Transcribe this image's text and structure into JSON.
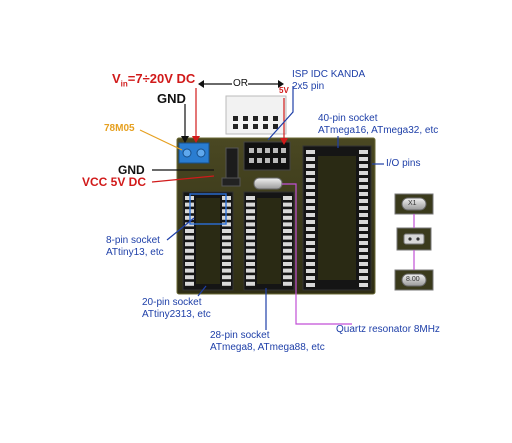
{
  "labels": {
    "vin_prefix": "V",
    "vin_sub": "in",
    "vin_rest": "=7÷20V DC",
    "or": "OR",
    "isp_title": "ISP IDC KANDA",
    "isp_sub": "2x5 pin",
    "five_v": "5V",
    "gnd_top": "GND",
    "reg_78m05": "78M05",
    "gnd_mid": "GND",
    "vcc": "VCC 5V DC",
    "socket40_title": "40-pin socket",
    "socket40_sub": "ATmega16, ATmega32, etc",
    "io_pins": "I/O pins",
    "socket8_title": "8-pin socket",
    "socket8_sub": "ATtiny13, etc",
    "socket20_title": "20-pin socket",
    "socket20_sub": "ATtiny2313, etc",
    "socket28_title": "28-pin socket",
    "socket28_sub": "ATmega8, ATmega88, etc",
    "quartz": "Quartz resonator 8MHz",
    "crystal_top": "X1",
    "crystal_bottom": "8.00"
  },
  "colors": {
    "board": "#3a3a1c",
    "board_edge": "#5b5a2a",
    "socket": "#111111",
    "pin": "#d8d8d8",
    "label_blue": "#1e3fa8",
    "label_red": "#d11a1a",
    "label_orange": "#e6a020",
    "leader_purple": "#c24fd6",
    "regulator_blue": "#2a7dd1"
  }
}
